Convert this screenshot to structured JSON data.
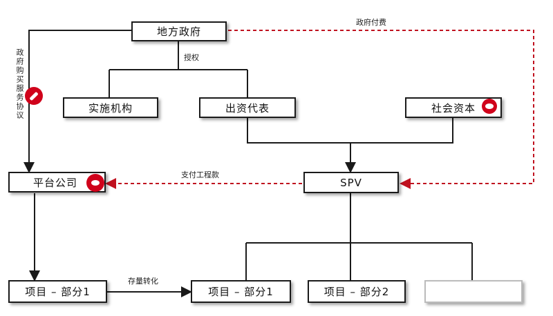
{
  "nodes": {
    "gov": "地方政府",
    "impl": "实施机构",
    "rep": "出资代表",
    "social": "社会资本",
    "platform": "平台公司",
    "spv": "SPV",
    "proj_left": "项目 – 部分1",
    "proj_mid": "项目 – 部分1",
    "proj_right": "项目 – 部分2",
    "proj_blank": ""
  },
  "edge_labels": {
    "authorize": "授权",
    "gov_payment": "政府付费",
    "engineering_payment": "支付工程款",
    "stock_conversion": "存量转化",
    "procurement": "政府购买服务协议"
  },
  "colors": {
    "solid_line": "#1a1a1a",
    "dashed_line": "#c0111f",
    "marker": "#d0021b"
  }
}
